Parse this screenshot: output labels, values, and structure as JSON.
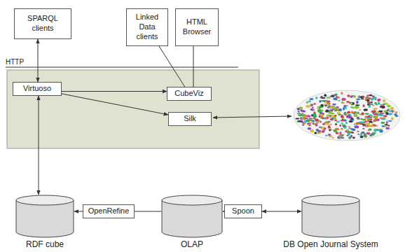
{
  "diagram": {
    "nodes": [
      {
        "text": [
          "SPARQL clients"
        ]
      },
      {
        "text": [
          "Linked Data clients"
        ]
      },
      {
        "text": [
          "HTML Browser"
        ]
      },
      {
        "text": [
          "Virtuoso"
        ]
      },
      {
        "text": [
          "CubeViz"
        ]
      },
      {
        "text": [
          "Silk"
        ]
      },
      {
        "text": [
          "RDF cube"
        ]
      },
      {
        "text": [
          "OpenRefine"
        ]
      },
      {
        "text": [
          "OLAP"
        ]
      },
      {
        "text": [
          "Spoon"
        ]
      },
      {
        "text": [
          "DB Open Journal System"
        ]
      }
    ],
    "edges": [
      {
        "from": 0,
        "to": 3,
        "arrow": "both"
      },
      {
        "from": 3,
        "to": 4,
        "arrow": "to"
      },
      {
        "from": 3,
        "to": 5,
        "arrow": "to"
      },
      {
        "from": 1,
        "to": 4,
        "arrow": "none"
      },
      {
        "from": 2,
        "to": 4,
        "arrow": "none"
      },
      {
        "from": 3,
        "to": 6,
        "arrow": "both"
      },
      {
        "from": 7,
        "to": 6,
        "arrow": "to"
      },
      {
        "from": 8,
        "to": 7,
        "arrow": "none"
      },
      {
        "from": 9,
        "to": 8,
        "arrow": "to"
      },
      {
        "from": 9,
        "to": 10,
        "arrow": "both"
      }
    ],
    "labels": [
      "HTTP"
    ]
  }
}
